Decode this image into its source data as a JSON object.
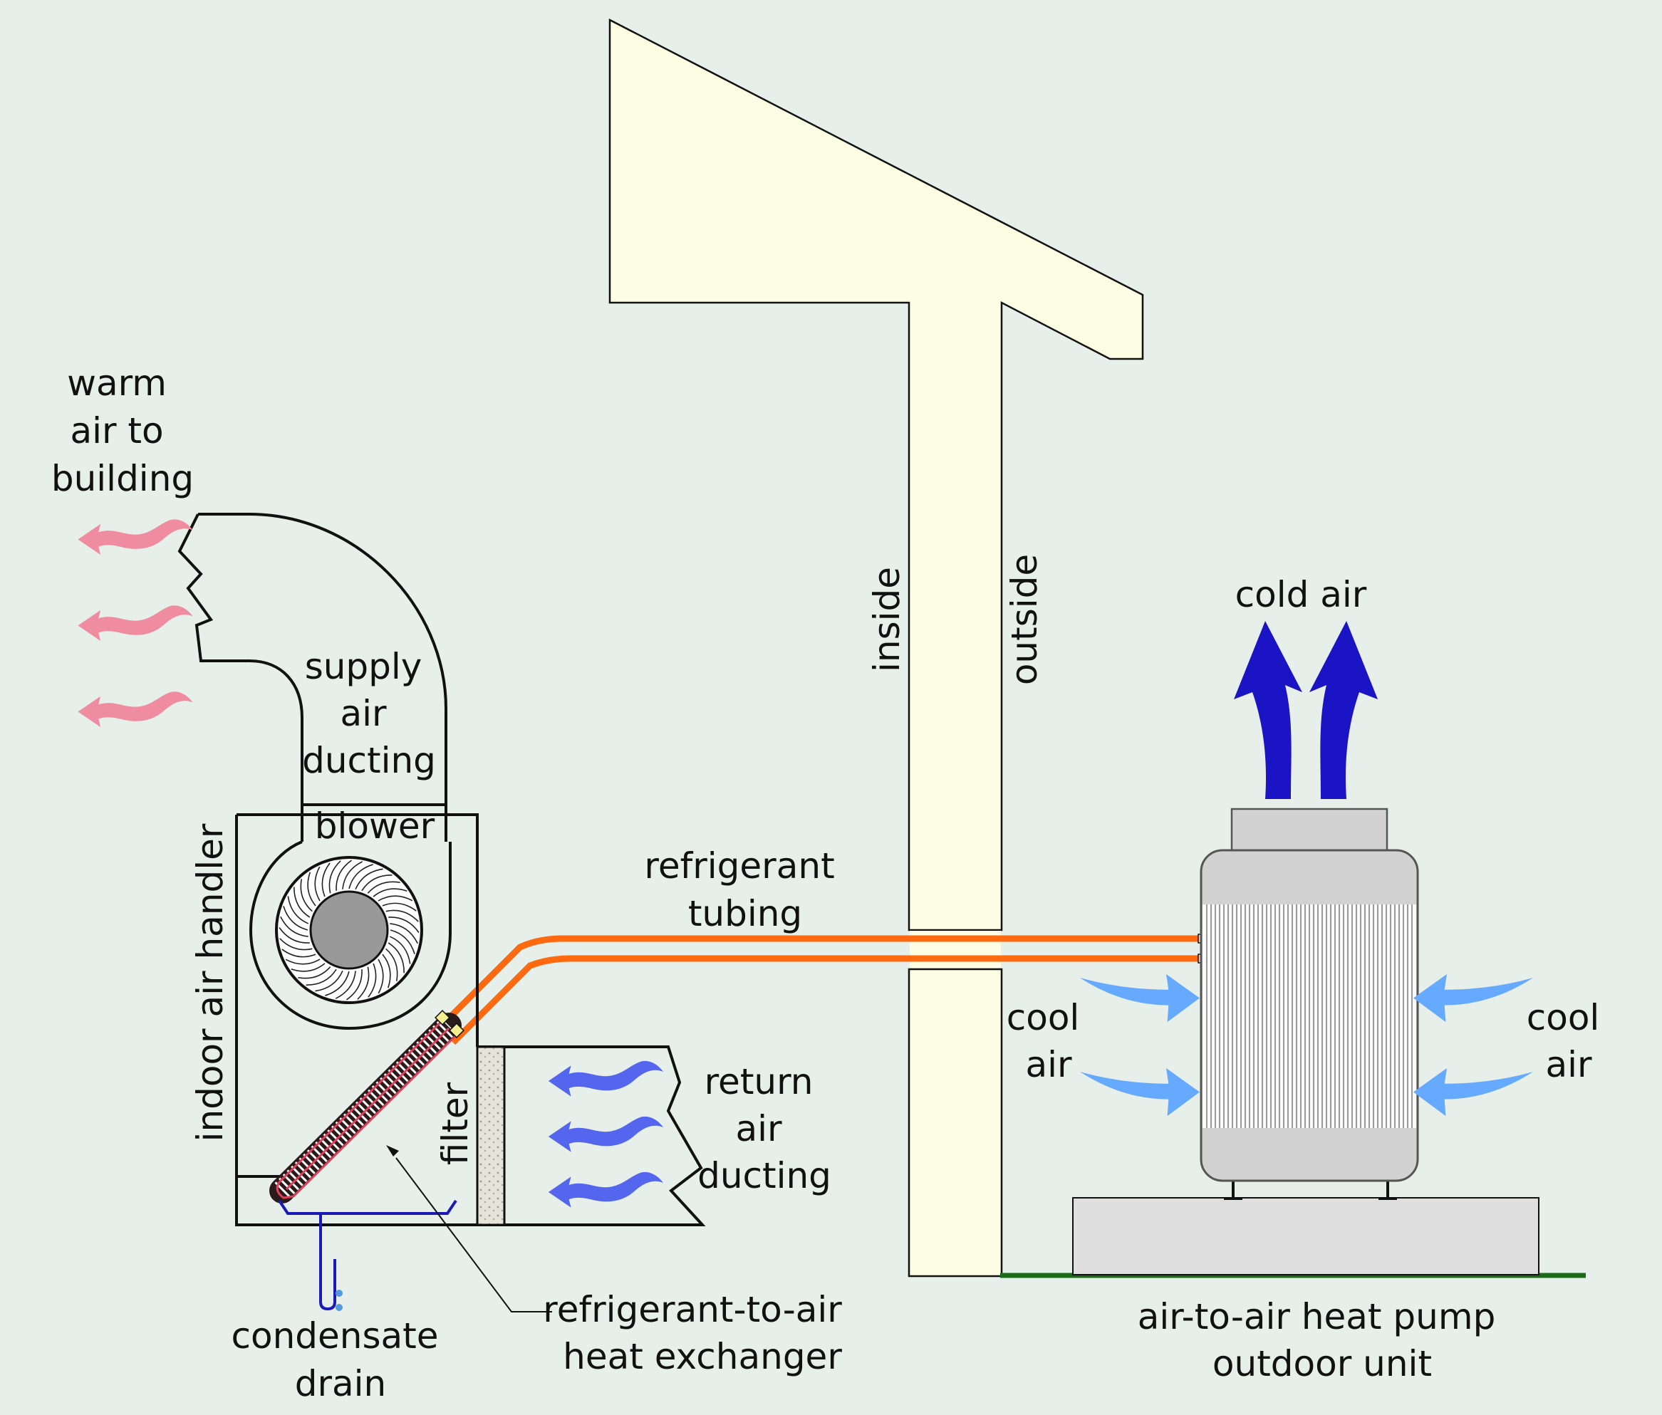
{
  "labels": {
    "warm_air": [
      "warm",
      "air to",
      "building"
    ],
    "supply_duct": [
      "supply",
      "air",
      "ducting"
    ],
    "blower": "blower",
    "indoor_air_handler": "indoor air handler",
    "filter": "filter",
    "return_duct": [
      "return",
      "air",
      "ducting"
    ],
    "refrigerant_tubing": [
      "refrigerant",
      "tubing"
    ],
    "condensate_drain": [
      "condensate",
      "drain"
    ],
    "heat_exchanger": [
      "refrigerant-to-air",
      "heat exchanger"
    ],
    "inside": "inside",
    "outside": "outside",
    "cold_air": "cold air",
    "cool_air_left": [
      "cool",
      "air"
    ],
    "cool_air_right": [
      "cool",
      "air"
    ],
    "outdoor_unit": [
      "air-to-air heat pump",
      "outdoor unit"
    ]
  },
  "colors": {
    "background": "#e6efe9",
    "building": "#fcfde3",
    "warm_air_arrow": "#f08ca0",
    "return_air_arrow": "#5566ee",
    "cool_air_arrow": "#66aaff",
    "cold_air_arrow": "#1a14c4",
    "refrigerant_tube": "#ff6a10",
    "coil": "#e0405a",
    "drain": "#1a1ab8",
    "ground": "#1a6a1a",
    "unit_body": "#d2d2d2",
    "pad": "#dedede"
  }
}
